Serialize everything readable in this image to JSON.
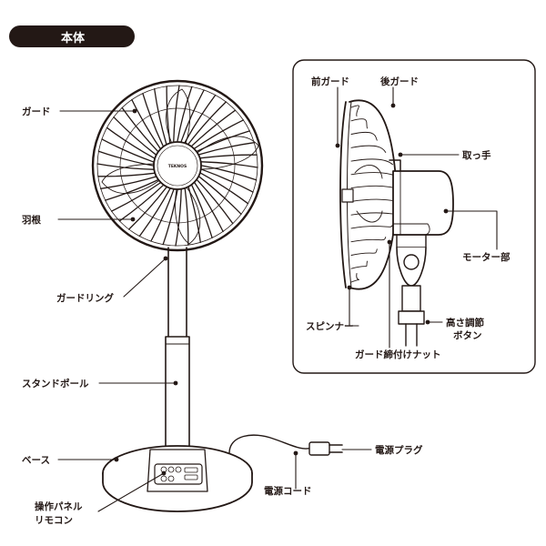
{
  "section": {
    "title": "本体"
  },
  "main_labels": {
    "guard": "ガード",
    "blade": "羽根",
    "guard_ring": "ガードリング",
    "stand_pole": "スタンドポール",
    "base": "ベース",
    "control_panel": "操作パネル",
    "remote": "リモコン",
    "power_cord": "電源コード",
    "power_plug": "電源プラグ"
  },
  "side_labels": {
    "front_guard": "前ガード",
    "rear_guard": "後ガード",
    "handle": "取っ手",
    "motor": "モーター部",
    "spinner": "スピンナー",
    "height_button_line1": "高さ調節",
    "height_button_line2": "ボタン",
    "guard_nut": "ガード締付けナット"
  },
  "brand_mark": "TEKNOS",
  "colors": {
    "ink": "#231815",
    "paper": "#ffffff"
  }
}
